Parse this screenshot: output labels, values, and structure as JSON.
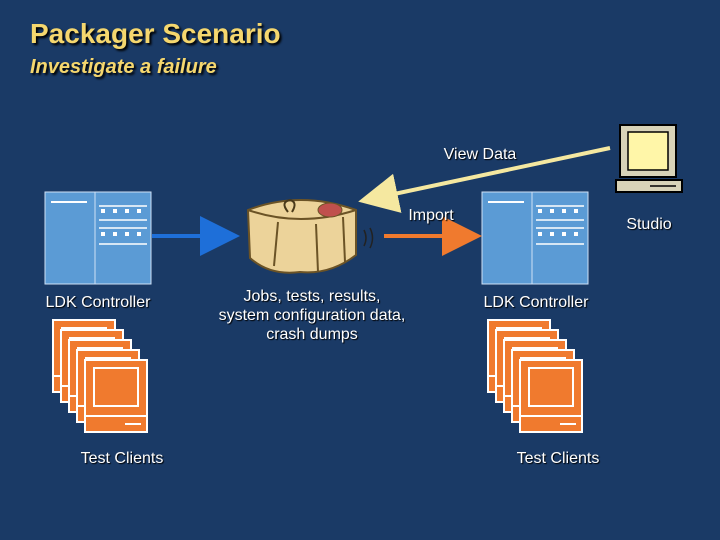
{
  "header": {
    "title": "Packager Scenario",
    "subtitle": "Investigate a failure"
  },
  "diagram": {
    "view_data_label": "View Data",
    "import_label": "Import",
    "studio_label": "Studio",
    "left_controller_label": "LDK Controller",
    "right_controller_label": "LDK Controller",
    "left_clients_label": "Test Clients",
    "right_clients_label": "Test Clients",
    "package_caption_lines": [
      "Jobs, tests, results,",
      "system configuration data,",
      "crash dumps"
    ]
  },
  "colors": {
    "background": "#1a3a66",
    "title": "#f5d76e",
    "server": "#5b9bd5",
    "client_orange": "#f07a2e",
    "arrow_blue": "#1e6fd9",
    "arrow_orange": "#f07a2e",
    "arrow_yellow": "#f5e8a0"
  }
}
